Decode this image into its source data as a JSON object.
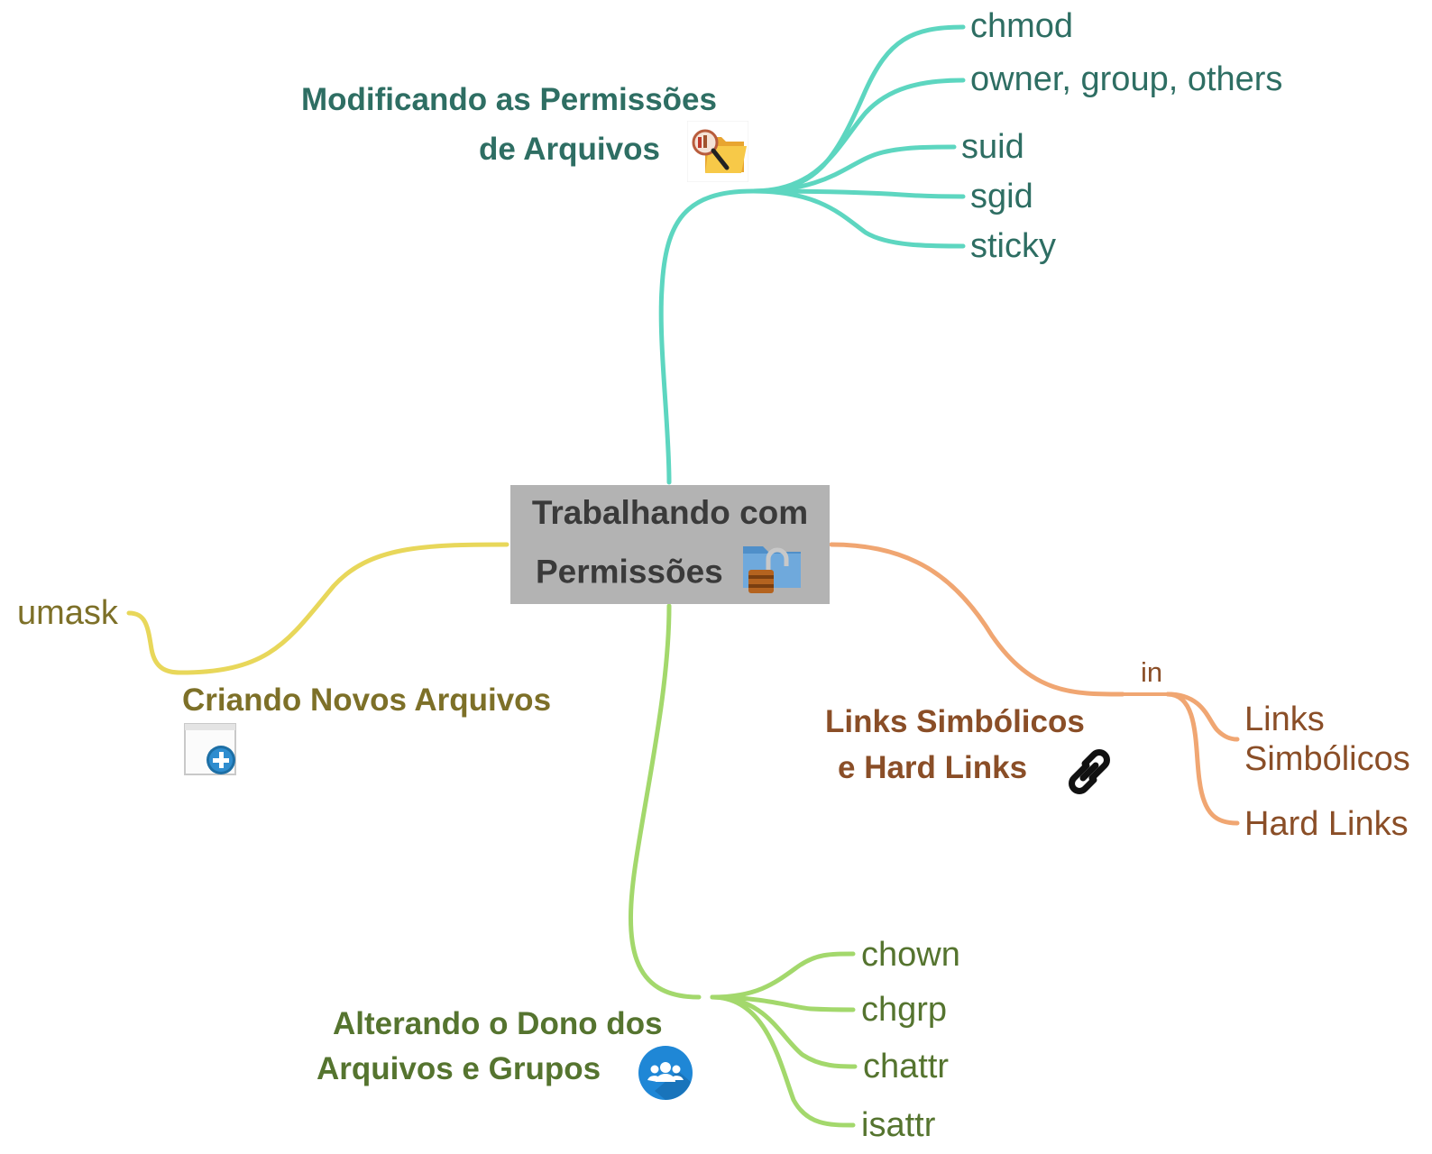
{
  "colors": {
    "teal": "#5dd6c0",
    "teal_text": "#2e6e63",
    "yellow": "#e8d75a",
    "yellow_text": "#7d7028",
    "green": "#a3d86c",
    "green_text": "#55742f",
    "orange": "#f0a672",
    "orange_text": "#8a4e27",
    "center_bg": "#b3b3b3",
    "center_text": "#3a3a3a"
  },
  "central": {
    "line1": "Trabalhando com",
    "line2": "Permissões",
    "icon": "folder-lock-icon"
  },
  "permissions": {
    "title_line1": "Modificando as Permissões",
    "title_line2": "de Arquivos",
    "icon": "folder-magnifier-icon",
    "children": [
      "chmod",
      "owner, group, others",
      "suid",
      "sgid",
      "sticky"
    ]
  },
  "new_files": {
    "title": "Criando Novos Arquivos",
    "icon": "new-document-icon",
    "children": [
      "umask"
    ]
  },
  "owner": {
    "title_line1": "Alterando o Dono dos",
    "title_line2": "Arquivos e Grupos",
    "icon": "users-icon",
    "children": [
      "chown",
      "chgrp",
      "chattr",
      "isattr"
    ]
  },
  "links": {
    "title_line1": "Links Simbólicos",
    "title_line2": "e Hard Links",
    "icon": "chain-link-icon",
    "relation": "in",
    "children": [
      "Links",
      "Simbólicos",
      "Hard Links"
    ]
  }
}
